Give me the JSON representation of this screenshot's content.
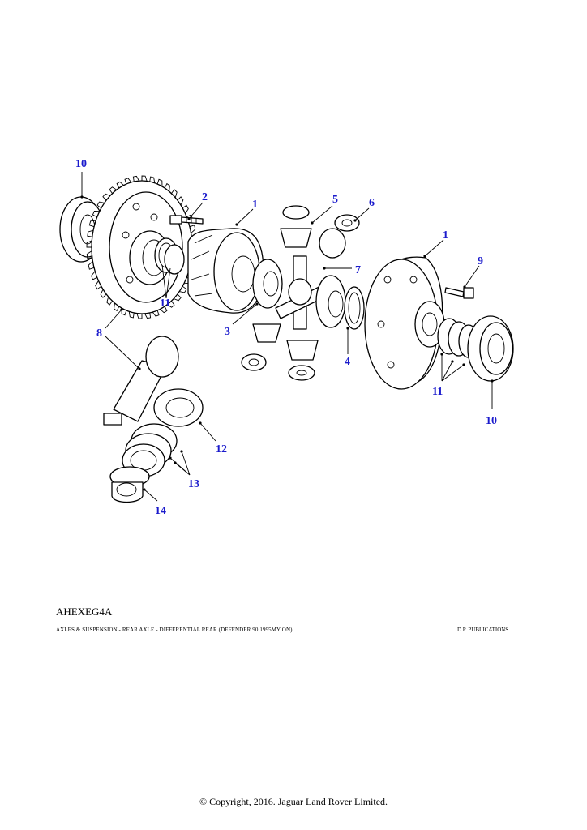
{
  "diagram": {
    "figure_code": "AHEXEG4A",
    "caption": "AXLES & SUSPENSION -  REAR AXLE - DIFFERENTIAL REAR (DEFENDER 90 1995MY ON)",
    "publisher": "D.P. PUBLICATIONS",
    "callout_color": "#1a1acc",
    "callouts": {
      "c10a": "10",
      "c2": "2",
      "c1a": "1",
      "c5": "5",
      "c6": "6",
      "c1b": "1",
      "c9": "9",
      "c7": "7",
      "c11a": "11",
      "c8": "8",
      "c3": "3",
      "c4": "4",
      "c11b": "11",
      "c10b": "10",
      "c12": "12",
      "c13": "13",
      "c14": "14"
    }
  },
  "footer": {
    "copyright": "© Copyright, 2016. Jaguar Land Rover Limited."
  }
}
